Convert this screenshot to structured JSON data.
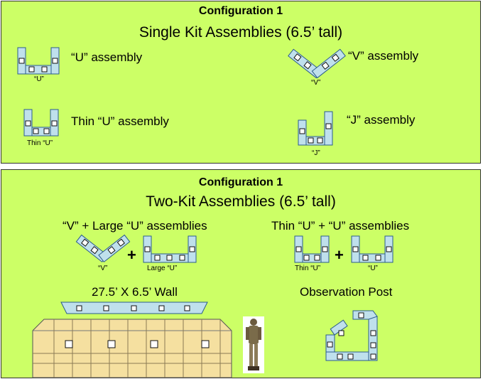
{
  "panel1": {
    "title": "Configuration 1",
    "subtitle": "Single Kit Assemblies (6.5’ tall)",
    "u_label": "“U” assembly",
    "u_caption": "“U”",
    "v_label": "“V” assembly",
    "v_caption": "“V”",
    "thin_u_label": "Thin “U” assembly",
    "thin_u_caption": "Thin “U”",
    "j_label": "“J” assembly",
    "j_caption": "“J”"
  },
  "panel2": {
    "title": "Configuration 1",
    "subtitle": "Two-Kit Assemblies (6.5’ tall)",
    "left_heading": "“V” + Large “U” assemblies",
    "right_heading": "Thin “U” + “U” assemblies",
    "v_caption": "“V”",
    "large_u_caption": "Large “U”",
    "thin_u_caption": "Thin “U”",
    "u_caption": "“U”",
    "plus": "+",
    "wall_label": "27.5’ X 6.5’ Wall",
    "op_label": "Observation Post"
  },
  "colors": {
    "panel_bg": "#ccff66",
    "segment_fill": "#bfe0ec",
    "segment_stroke": "#2b5c8c",
    "tent_fill": "#f5e0a0"
  }
}
